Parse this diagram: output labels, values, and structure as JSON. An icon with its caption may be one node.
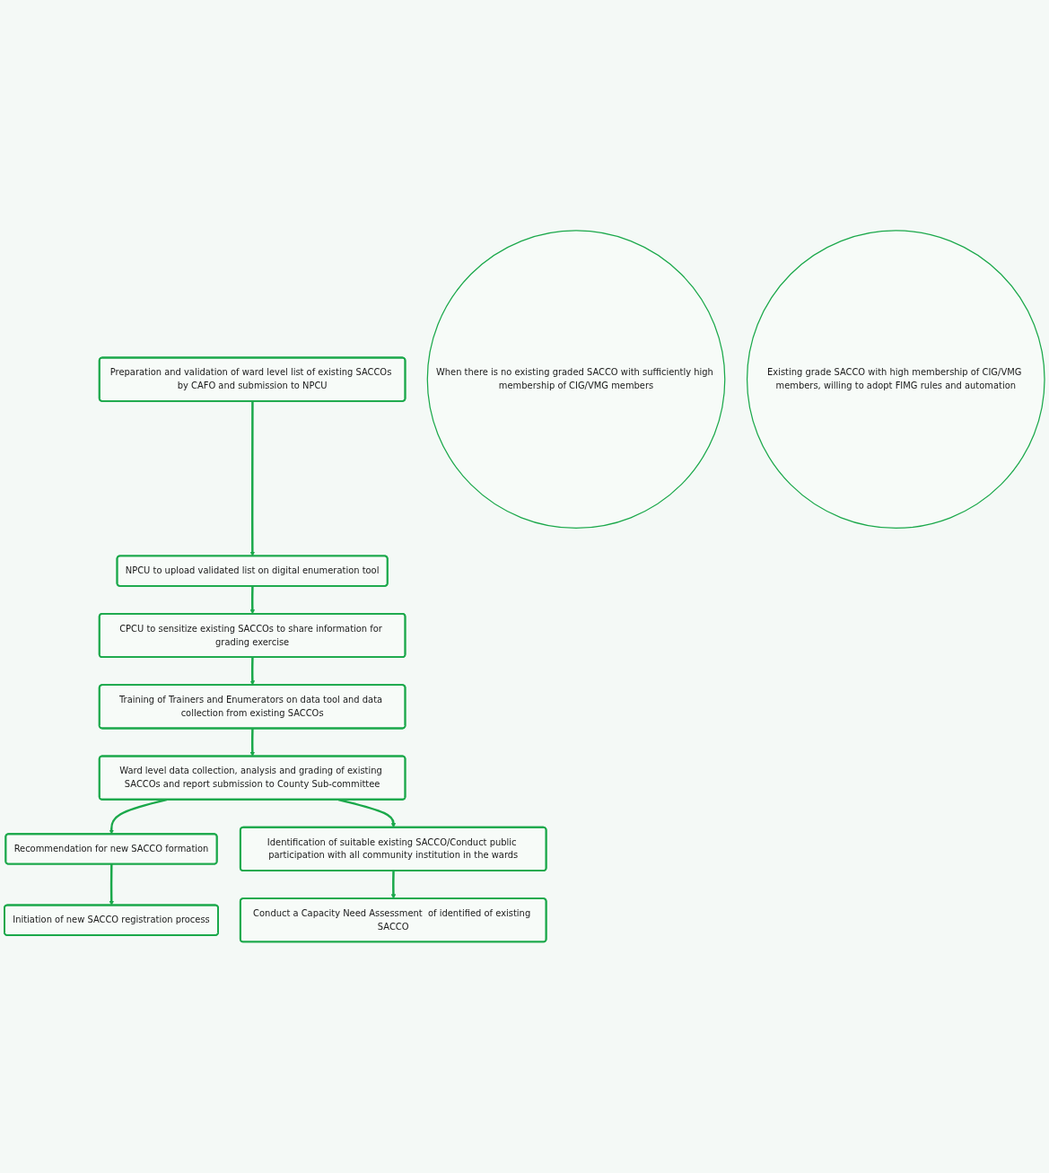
{
  "diagram": {
    "nodes": [
      {
        "text": [
          "Preparation and validation of ward level list of existing SACCOs by CAFO and submission to NPCU"
        ]
      },
      {
        "text": [
          "NPCU to upload validated list on digital enumeration tool"
        ]
      },
      {
        "text": [
          "CPCU to sensitize existing SACCOs to share information for grading exercise"
        ]
      },
      {
        "text": [
          "Training of Trainers and Enumerators on data tool and data collection from existing SACCOs"
        ]
      },
      {
        "text": [
          "Ward level data collection, analysis and grading of existing SACCOs and report submission to County Sub-committee"
        ]
      },
      {
        "text": [
          "When there is no existing graded SACCO with sufficiently high membership of CIG/VMG members"
        ]
      },
      {
        "text": [
          "Existing grade SACCO with high membership of CIG/VMG members, willing to adopt FIMG rules and automation"
        ]
      },
      {
        "text": [
          "Recommendation for new SACCO formation"
        ]
      },
      {
        "text": [
          "Identification of suitable existing SACCO/Conduct public participation with all community institution in the wards"
        ]
      },
      {
        "text": [
          "Initiation of new SACCO registration process"
        ]
      },
      {
        "text": [
          "Conduct a Capacity Need Assessment  of identified of existing SACCO"
        ]
      }
    ],
    "edges": [
      {
        "from": 0,
        "to": 1,
        "arrow": "to"
      },
      {
        "from": 1,
        "to": 2,
        "arrow": "to"
      },
      {
        "from": 2,
        "to": 3,
        "arrow": "to"
      },
      {
        "from": 3,
        "to": 4,
        "arrow": "to"
      },
      {
        "from": 4,
        "to": 7,
        "arrow": "to"
      },
      {
        "from": 4,
        "to": 8,
        "arrow": "to"
      },
      {
        "from": 7,
        "to": 9,
        "arrow": "to"
      },
      {
        "from": 8,
        "to": 10,
        "arrow": "to"
      }
    ]
  }
}
